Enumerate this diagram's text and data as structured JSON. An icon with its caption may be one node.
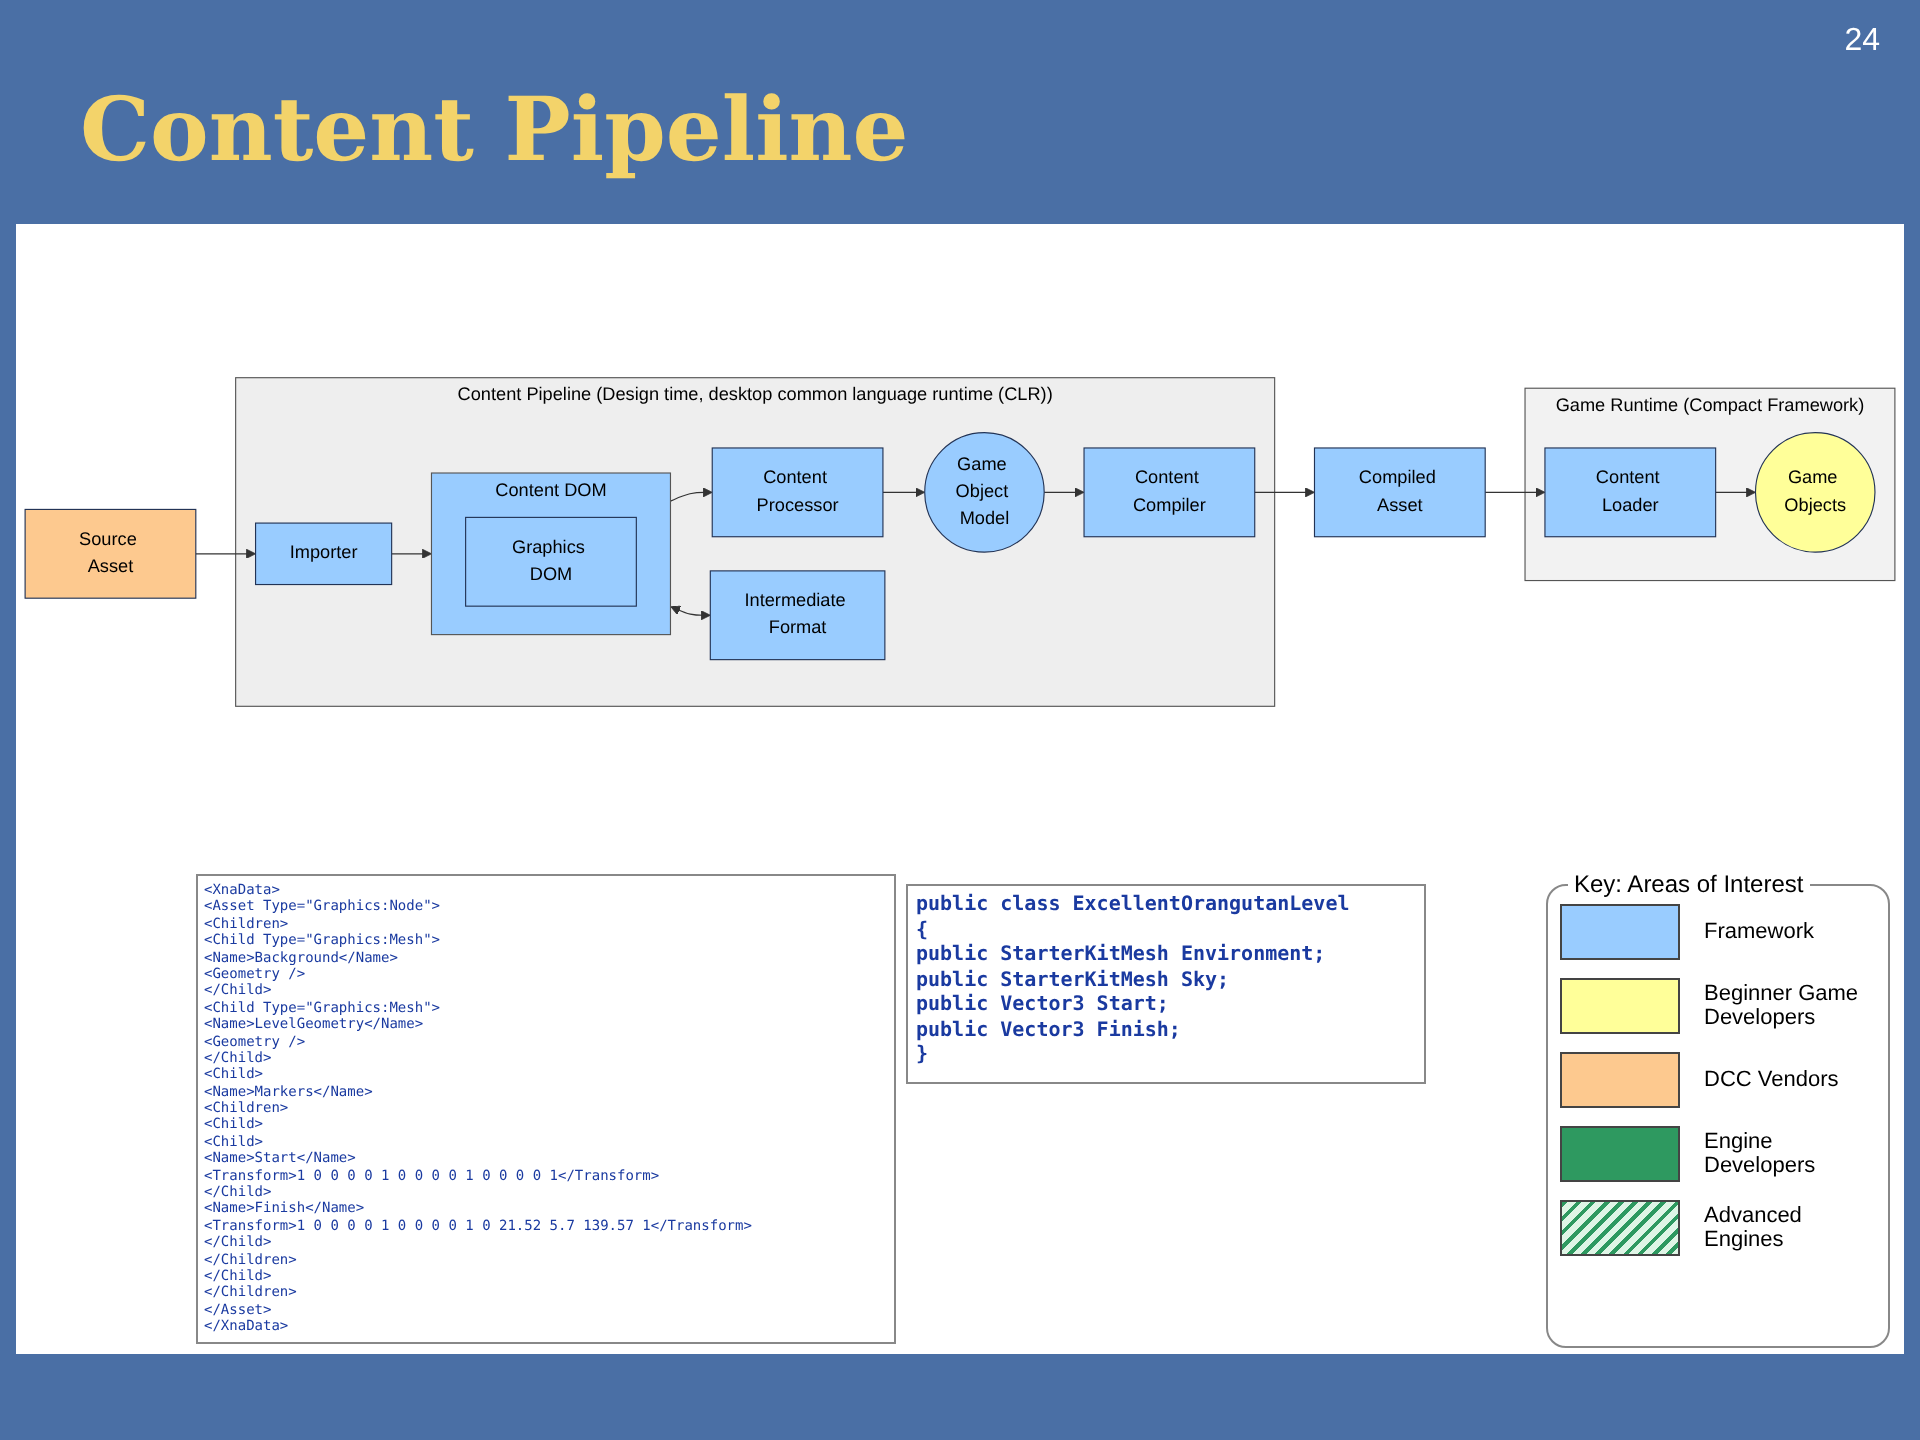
{
  "diagram": {
    "title": "Content Pipeline",
    "nodes": [
      {
        "text": [
          "Content Pipeline (Design time, desktop common language runtime (CLR))"
        ]
      },
      {
        "text": [
          "Source Asset"
        ]
      },
      {
        "text": [
          "Importer"
        ],
        "in": 0
      },
      {
        "text": [
          "Content DOM"
        ],
        "in": 0
      },
      {
        "text": [
          "Graphics DOM"
        ],
        "in": 3
      },
      {
        "text": [
          "Content Processor"
        ],
        "in": 0
      },
      {
        "text": [
          "Game Object Model"
        ],
        "in": 0
      },
      {
        "text": [
          "Content Compiler"
        ],
        "in": 0
      },
      {
        "text": [
          "Compiled Asset"
        ]
      },
      {
        "text": [
          "Game Runtime (Compact Framework)"
        ]
      },
      {
        "text": [
          "Content Loader"
        ],
        "in": 9
      },
      {
        "text": [
          "Game Objects"
        ],
        "in": 9
      },
      {
        "text": [
          "Intermediate Format"
        ],
        "in": 0
      }
    ],
    "edges": [
      {
        "from": 1,
        "to": 2,
        "arrow": "to"
      },
      {
        "from": 2,
        "to": 3,
        "arrow": "to"
      },
      {
        "from": 3,
        "to": 5,
        "arrow": "to"
      },
      {
        "from": 5,
        "to": 6,
        "arrow": "to"
      },
      {
        "from": 6,
        "to": 7,
        "arrow": "to"
      },
      {
        "from": 7,
        "to": 8,
        "arrow": "to"
      },
      {
        "from": 8,
        "to": 10,
        "arrow": "to"
      },
      {
        "from": 10,
        "to": 11,
        "arrow": "to"
      },
      {
        "from": 3,
        "to": 12,
        "arrow": "both"
      }
    ],
    "labels": [
      "24",
      "<XnaData>",
      "<Asset Type=\"Graphics:Node\">",
      "<Children>",
      "<Child Type=\"Graphics:Mesh\">",
      "<Name>Background</Name>",
      "<Geometry />",
      "</Child>",
      "<Child Type=\"Graphics:Mesh\">",
      "<Name>LevelGeometry</Name>",
      "<Geometry />",
      "</Child>",
      "<Child>",
      "<Name>Markers</Name>",
      "<Children>",
      "<Child>",
      "<Child>",
      "<Name>Start</Name>",
      "<Transform>1 0 0 0 0 1 0 0 0 0 1 0 0 0 0 1</Transform>",
      "</Child>",
      "<Name>Finish</Name>",
      "<Transform>1 0 0 0 0 1 0 0 0 0 1 0 21.52 5.7 139.57 1</Transform>",
      "</Child>",
      "</Children>",
      "</Child>",
      "</Children>",
      "</Asset>",
      "</XnaData>",
      "public class ExcellentOrangutanLevel",
      "{",
      "public StarterKitMesh Environment;",
      "public StarterKitMesh Sky;",
      "public Vector3 Start;",
      "public Vector3 Finish;",
      "}"
    ],
    "legend": [
      {
        "text": "Key: Areas of Interest"
      },
      {
        "text": "Framework",
        "color": "#99ccff"
      },
      {
        "text": "Beginner Game Developers",
        "color": "#ffff99"
      },
      {
        "text": "DCC Vendors",
        "color": "#fdc98f"
      },
      {
        "text": "Engine Developers",
        "color": "#2e9960"
      },
      {
        "text": "Advanced Engines"
      }
    ]
  }
}
